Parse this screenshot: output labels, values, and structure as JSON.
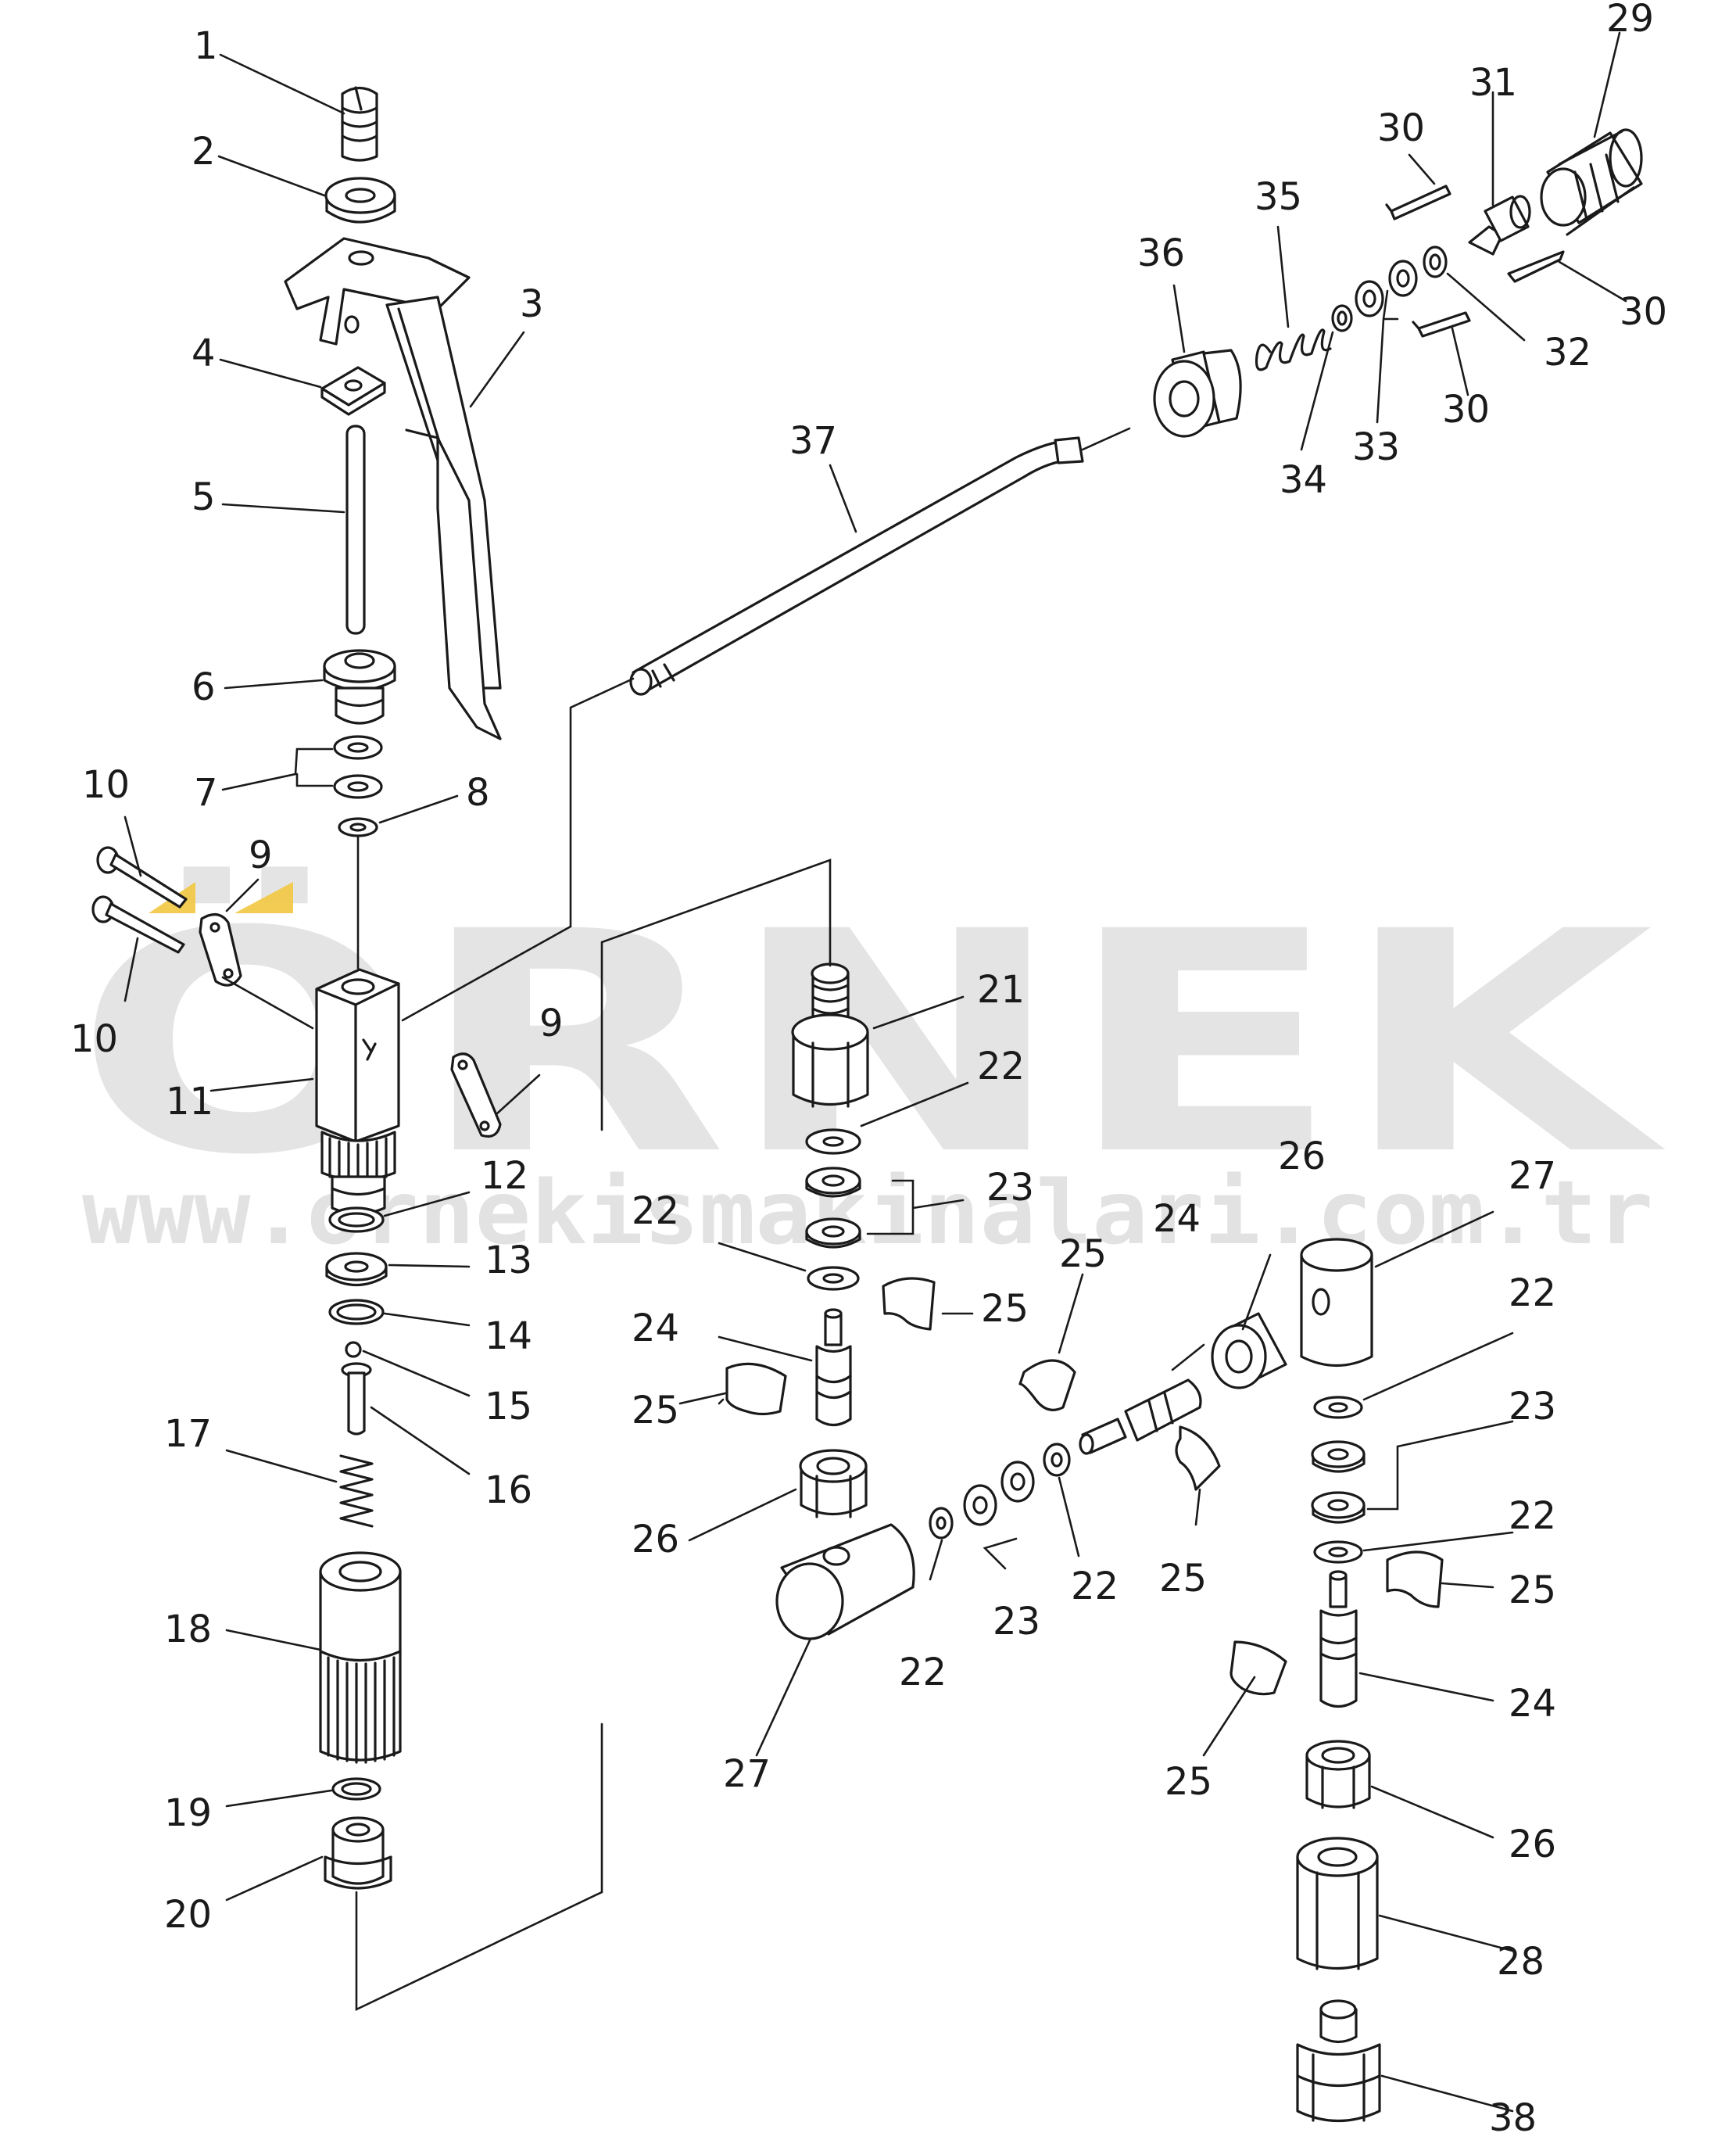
{
  "watermark": {
    "brand": "ÖRNEK",
    "url": "www.ornekismakinalari.com.tr",
    "accent_color": "#f2c641",
    "text_color": "#cfcfcf"
  },
  "callouts": [
    {
      "id": "c1",
      "label": "1"
    },
    {
      "id": "c2",
      "label": "2"
    },
    {
      "id": "c3",
      "label": "3"
    },
    {
      "id": "c4",
      "label": "4"
    },
    {
      "id": "c5",
      "label": "5"
    },
    {
      "id": "c6",
      "label": "6"
    },
    {
      "id": "c7",
      "label": "7"
    },
    {
      "id": "c8",
      "label": "8"
    },
    {
      "id": "c9a",
      "label": "9"
    },
    {
      "id": "c9b",
      "label": "9"
    },
    {
      "id": "c10a",
      "label": "10"
    },
    {
      "id": "c10b",
      "label": "10"
    },
    {
      "id": "c11",
      "label": "11"
    },
    {
      "id": "c12",
      "label": "12"
    },
    {
      "id": "c13",
      "label": "13"
    },
    {
      "id": "c14",
      "label": "14"
    },
    {
      "id": "c15",
      "label": "15"
    },
    {
      "id": "c16",
      "label": "16"
    },
    {
      "id": "c17",
      "label": "17"
    },
    {
      "id": "c18",
      "label": "18"
    },
    {
      "id": "c19",
      "label": "19"
    },
    {
      "id": "c20",
      "label": "20"
    },
    {
      "id": "c21",
      "label": "21"
    },
    {
      "id": "c22a",
      "label": "22"
    },
    {
      "id": "c22b",
      "label": "22"
    },
    {
      "id": "c22c",
      "label": "22"
    },
    {
      "id": "c22d",
      "label": "22"
    },
    {
      "id": "c22e",
      "label": "22"
    },
    {
      "id": "c22f",
      "label": "22"
    },
    {
      "id": "c23a",
      "label": "23"
    },
    {
      "id": "c23b",
      "label": "23"
    },
    {
      "id": "c23c",
      "label": "23"
    },
    {
      "id": "c24a",
      "label": "24"
    },
    {
      "id": "c24b",
      "label": "24"
    },
    {
      "id": "c24c",
      "label": "24"
    },
    {
      "id": "c25a",
      "label": "25"
    },
    {
      "id": "c25b",
      "label": "25"
    },
    {
      "id": "c25c",
      "label": "25"
    },
    {
      "id": "c25d",
      "label": "25"
    },
    {
      "id": "c25e",
      "label": "25"
    },
    {
      "id": "c25f",
      "label": "25"
    },
    {
      "id": "c26a",
      "label": "26"
    },
    {
      "id": "c26b",
      "label": "26"
    },
    {
      "id": "c26c",
      "label": "26"
    },
    {
      "id": "c27a",
      "label": "27"
    },
    {
      "id": "c27b",
      "label": "27"
    },
    {
      "id": "c28",
      "label": "28"
    },
    {
      "id": "c29",
      "label": "29"
    },
    {
      "id": "c30a",
      "label": "30"
    },
    {
      "id": "c30b",
      "label": "30"
    },
    {
      "id": "c30c",
      "label": "30"
    },
    {
      "id": "c31",
      "label": "31"
    },
    {
      "id": "c32",
      "label": "32"
    },
    {
      "id": "c33",
      "label": "33"
    },
    {
      "id": "c34",
      "label": "34"
    },
    {
      "id": "c35",
      "label": "35"
    },
    {
      "id": "c36",
      "label": "36"
    },
    {
      "id": "c37",
      "label": "37"
    },
    {
      "id": "c38",
      "label": "38"
    }
  ]
}
